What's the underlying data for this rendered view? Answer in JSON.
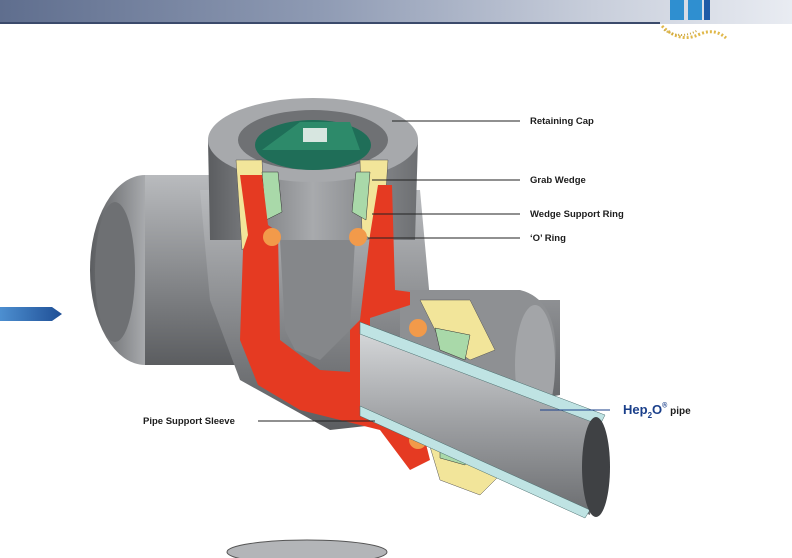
{
  "labels": {
    "retaining_cap": "Retaining Cap",
    "grab_wedge": "Grab Wedge",
    "wedge_support_ring": "Wedge Support Ring",
    "o_ring": "‘O’ Ring",
    "pipe_support_sleeve": "Pipe Support Sleeve",
    "pipe_brand": "Hep",
    "pipe_brand_sub": "2",
    "pipe_brand_o": "O",
    "pipe_brand_reg": "®",
    "pipe_suffix": " pipe"
  },
  "colors": {
    "header": "#8e9ab3",
    "body_grey": "#8a8c8f",
    "red": "#e53a22",
    "yellow": "#f2e59a",
    "green": "#2d8a6a",
    "light_green": "#a9d9a9",
    "orange": "#f29a4a",
    "pipe": "#bfe3e3",
    "brand_blue": "#1a3f8a",
    "arrow_blue": "#1f5aa6"
  },
  "icons": {
    "logo": "company-logo-icon",
    "arrow": "page-arrow-icon"
  }
}
